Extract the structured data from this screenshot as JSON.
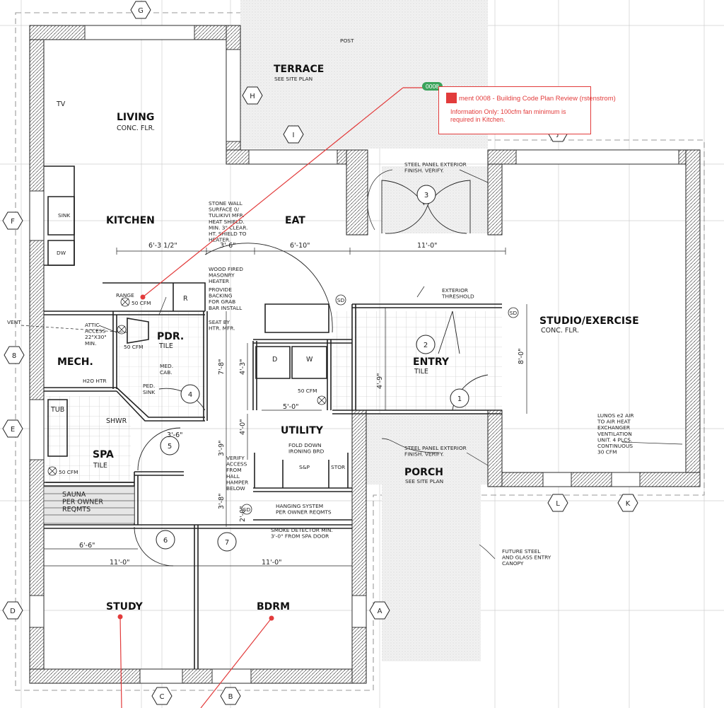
{
  "grid_labels": {
    "G": "G",
    "H": "H",
    "I": "I",
    "F": "F",
    "E": "E",
    "D": "D",
    "C": "C",
    "B": "B",
    "A": "A",
    "L": "L",
    "K": "K",
    "J": "J",
    "eight": "8"
  },
  "rooms": {
    "terrace": "TERRACE",
    "terrace_sub": "SEE SITE PLAN",
    "living": "LIVING",
    "living_sub": "CONC. FLR.",
    "kitchen": "KITCHEN",
    "eat": "EAT",
    "studio": "STUDIO/EXERCISE",
    "studio_sub": "CONC. FLR.",
    "pdr": "PDR.",
    "pdr_sub": "TILE",
    "mech": "MECH.",
    "entry": "ENTRY",
    "entry_sub": "TILE",
    "utility": "UTILITY",
    "spa": "SPA",
    "spa_sub": "TILE",
    "porch": "PORCH",
    "porch_sub": "SEE SITE PLAN",
    "study": "STUDY",
    "bdrm": "BDRM",
    "shwr": "SHWR",
    "tub": "TUB"
  },
  "fixtures": {
    "tv": "TV",
    "sink": "SINK",
    "dw": "DW",
    "range": "RANGE",
    "r": "R",
    "d": "D",
    "w": "W",
    "h2o": "H2O HTR",
    "ped_sink_1": "PED.",
    "ped_sink_2": "SINK",
    "med_cab_1": "MED.",
    "med_cab_2": "CAB.",
    "post": "POST",
    "vent": "VENT",
    "sd": "SD",
    "sp": "S&P",
    "stor": "STOR",
    "fan50_1": "50 CFM",
    "fan50_2": "50 CFM",
    "fan50_3": "50 CFM",
    "fan50_4": "50 CFM",
    "sp_small": "S&P"
  },
  "door_tags": {
    "d1": "1",
    "d2": "2",
    "d3": "3",
    "d4": "4",
    "d5": "5",
    "d6": "6",
    "d7": "7"
  },
  "notes": {
    "stone_wall": [
      "STONE WALL",
      "SURFACE 0/",
      "TULIKIVI MFR.",
      "HEAT SHIELD.",
      "MIN. 3\" CLEAR.",
      "HT. SHIELD TO",
      "HEATER."
    ],
    "wood_fired": [
      "WOOD FIRED",
      "MASONRY",
      "HEATER"
    ],
    "grab_bar": [
      "PROVIDE",
      "BACKING",
      "FOR GRAB",
      "BAR INSTALL"
    ],
    "seat": [
      "SEAT BY",
      "HTR. MFR."
    ],
    "attic": [
      "ATTIC",
      "ACCESS",
      "22\"X30\"",
      "MIN."
    ],
    "steel_panel_top": [
      "STEEL PANEL EXTERIOR",
      "FINISH. VERIFY."
    ],
    "ext_threshold": [
      "EXTERIOR",
      "THRESHOLD"
    ],
    "lunos": [
      "LUNOS e2 AIR",
      "TO AIR HEAT",
      "EXCHANGER",
      "VENTILATION",
      "UNIT. 4 PLCS.",
      "CONTINUOUS",
      "30 CFM"
    ],
    "steel_panel_porch": [
      "STEEL PANEL EXTERIOR",
      "FINISH. VERIFY."
    ],
    "fold_down": [
      "FOLD DOWN",
      "IRONING BRD"
    ],
    "verify_access": [
      "VERIFY",
      "ACCESS",
      "FROM",
      "HALL",
      "HAMPER",
      "BELOW"
    ],
    "hanging": [
      "HANGING SYSTEM",
      "PER OWNER REQMTS"
    ],
    "smoke": [
      "SMOKE DETECTOR MIN.",
      "3'-0\" FROM SPA DOOR"
    ],
    "sauna": [
      "SAUNA",
      "PER OWNER",
      "REQMTS"
    ],
    "canopy": [
      "FUTURE STEEL",
      "AND GLASS ENTRY",
      "CANOPY"
    ]
  },
  "dimensions": {
    "d_6_3": "6'-3 1/2\"",
    "d_3_6a": "3'-6\"",
    "d_6_10": "6'-10\"",
    "d_11_0a": "11'-0\"",
    "d_5_0": "5'-0\"",
    "d_3_6b": "3'-6\"",
    "d_6_6": "6'-6\"",
    "d_11_0b": "11'-0\"",
    "d_11_0c": "11'-0\"",
    "d_8_0": "8'-0\"",
    "d_4_9": "4'-9\"",
    "d_7_8": "7'-8\"",
    "d_4_3": "4'-3\"",
    "d_4_0": "4'-0\"",
    "d_3_9": "3'-9\"",
    "d_3_8": "3'-8\"",
    "d_2_0": "2'-0\""
  },
  "comment": {
    "tag": "0008",
    "title": "ment 0008 - Building Code Plan Review (rstenstrom)",
    "body": "Information Only: 100cfm fan minimum is required in Kitchen.",
    "color": "#e23b3b"
  }
}
